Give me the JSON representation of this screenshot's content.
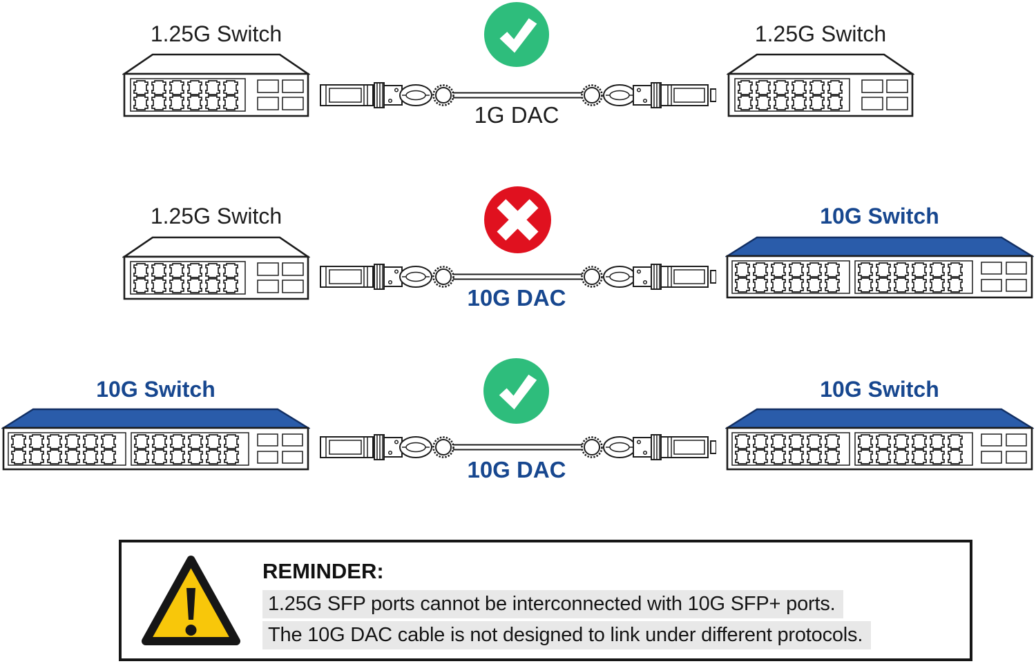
{
  "diagram": {
    "rows": [
      {
        "left_switch": {
          "label": "1.25G Switch",
          "speed": "1.25G",
          "rj45_ports": 12,
          "sfp_ports": 4
        },
        "cable": {
          "label": "1G DAC"
        },
        "status": "compatible",
        "status_icon": "check",
        "right_switch": {
          "label": "1.25G Switch",
          "speed": "1.25G",
          "rj45_ports": 12,
          "sfp_ports": 4
        }
      },
      {
        "left_switch": {
          "label": "1.25G Switch",
          "speed": "1.25G",
          "rj45_ports": 12,
          "sfp_ports": 4
        },
        "cable": {
          "label": "10G DAC"
        },
        "status": "incompatible",
        "status_icon": "cross",
        "right_switch": {
          "label": "10G Switch",
          "speed": "10G",
          "rj45_ports": 24,
          "sfp_ports": 4
        }
      },
      {
        "left_switch": {
          "label": "10G Switch",
          "speed": "10G",
          "rj45_ports": 24,
          "sfp_ports": 4
        },
        "cable": {
          "label": "10G DAC"
        },
        "status": "compatible",
        "status_icon": "check",
        "right_switch": {
          "label": "10G Switch",
          "speed": "10G",
          "rj45_ports": 24,
          "sfp_ports": 4
        }
      }
    ],
    "reminder": {
      "title": "REMINDER:",
      "lines": [
        "1.25G SFP ports cannot be interconnected with 10G SFP+ ports.",
        "The 10G DAC cable is not designed to link under different protocols."
      ]
    },
    "colors": {
      "compatible_green": "#2ebd7c",
      "incompatible_red": "#e0111f",
      "switch_top_blue": "#2a5caa",
      "label_blue": "#17478f",
      "highlight_gray": "#e8e8e8",
      "warning_yellow": "#f8c70a",
      "line_art_black": "#1c1c1c"
    }
  }
}
